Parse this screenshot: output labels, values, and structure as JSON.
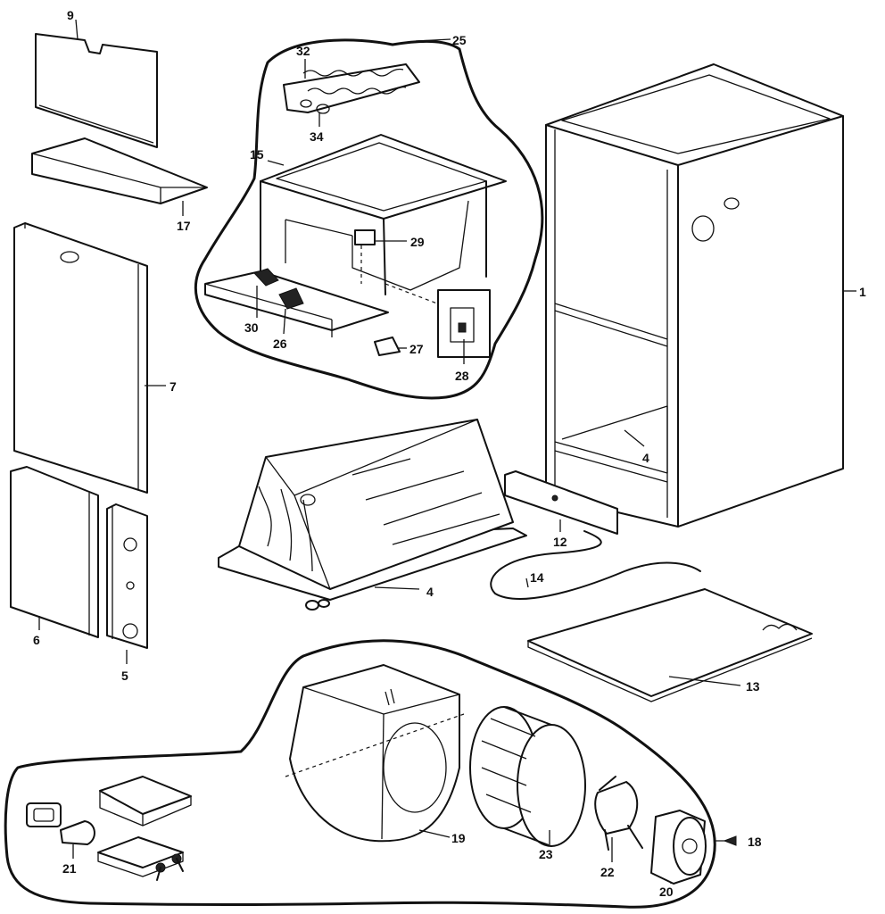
{
  "callouts": {
    "p1": "1",
    "p4a": "4",
    "p4b": "4",
    "p5": "5",
    "p6": "6",
    "p7": "7",
    "p9": "9",
    "p12": "12",
    "p13": "13",
    "p14": "14",
    "p15": "15",
    "p17": "17",
    "p18": "18",
    "p19": "19",
    "p20": "20",
    "p21": "21",
    "p22": "22",
    "p23": "23",
    "p25": "25",
    "p26": "26",
    "p27": "27",
    "p28": "28",
    "p29": "29",
    "p30": "30",
    "p32": "32",
    "p34": "34"
  }
}
